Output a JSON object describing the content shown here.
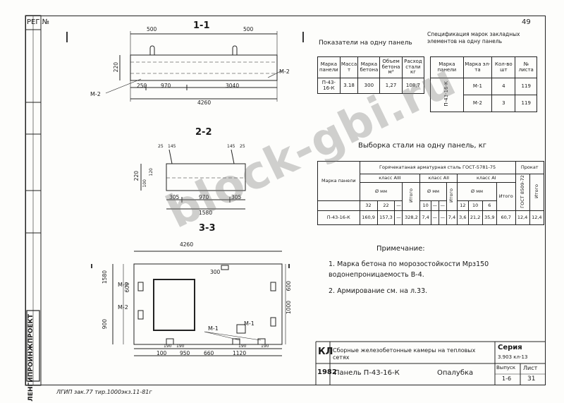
{
  "header": {
    "registry_label": "РЕГ.№",
    "sheet_number": "49"
  },
  "section_1": {
    "title": "1-1",
    "dims": [
      "500",
      "500",
      "250",
      "970",
      "3040",
      "4260",
      "220"
    ],
    "callouts": [
      "М-2",
      "М-2"
    ]
  },
  "section_2": {
    "title": "2-2",
    "dims": [
      "25",
      "145",
      "145",
      "25",
      "305",
      "970",
      "305",
      "1580",
      "220",
      "100",
      "120"
    ]
  },
  "section_3": {
    "title": "3-3",
    "dims": [
      "4260",
      "300",
      "1580",
      "600",
      "900",
      "1000",
      "600",
      "100",
      "950",
      "660",
      "1120",
      "190",
      "190",
      "190",
      "190"
    ],
    "callouts": [
      "М-2",
      "М-2",
      "М-1",
      "М-1"
    ]
  },
  "indicators": {
    "title": "Показатели на одну панель",
    "headers": [
      "Марка панели",
      "Масса т",
      "Марка бетона",
      "Объем бетона м³",
      "Расход стали кг"
    ],
    "row": [
      "П-43-16-К",
      "3.18",
      "300",
      "1,27",
      "108,7"
    ]
  },
  "embedded": {
    "title": "Спецификация марок закладных элементов на одну панель",
    "headers": [
      "Марка панели",
      "Марка эл-та",
      "Кол-во шт",
      "№ листа"
    ],
    "panel": "П-43-16-К",
    "rows": [
      [
        "М-1",
        "4",
        "119"
      ],
      [
        "М-2",
        "3",
        "119"
      ]
    ]
  },
  "steel": {
    "title": "Выборка стали на одну панель, кг",
    "col_panel": "Марка панели",
    "col_group": "Горячекатаная арматурная сталь ГОСТ-5781-75",
    "col_rolled": "Прокат",
    "class_a3": "класс АIII",
    "class_a2": "класс АII",
    "class_a1": "класс АI",
    "diam_label": "Ø мм",
    "total_label": "Итого",
    "rolled_sub": [
      "ГОСТ 8509-72",
      "Итого"
    ],
    "diameters": [
      "32",
      "22",
      "—",
      "10",
      "—",
      "—",
      "12",
      "10",
      "6"
    ],
    "row": [
      "П-43-16-К",
      "160,9",
      "157,3",
      "—",
      "328,2",
      "7,4",
      "—",
      "—",
      "7,4",
      "3,6",
      "21,2",
      "35,9",
      "60,7",
      "12,4",
      "12,4"
    ]
  },
  "notes": {
    "heading": "Примечание:",
    "items": [
      "1. Марка бетона по морозостойкости Мрз150 водонепроницаемость В-4.",
      "2. Армирование см. на л.33."
    ]
  },
  "titleblock": {
    "org": "ЛЕНГИПРОИНЖПРОЕКТ",
    "code": "КЛ",
    "year": "1982",
    "desc": "Сборные железобетонные камеры на тепловых сетях",
    "panel_line": "Панель П-43-16-К",
    "view": "Опалубка",
    "series_label": "Серия",
    "series_value": "3.903 кл-13",
    "issue_label": "Выпуск",
    "issue_value": "1-6",
    "sheet_label": "Лист",
    "sheet_value": "31"
  },
  "footer_note": "ЛГИП зак.77 тир.1000экз.11-81г",
  "watermark": "block-gbi.ru"
}
